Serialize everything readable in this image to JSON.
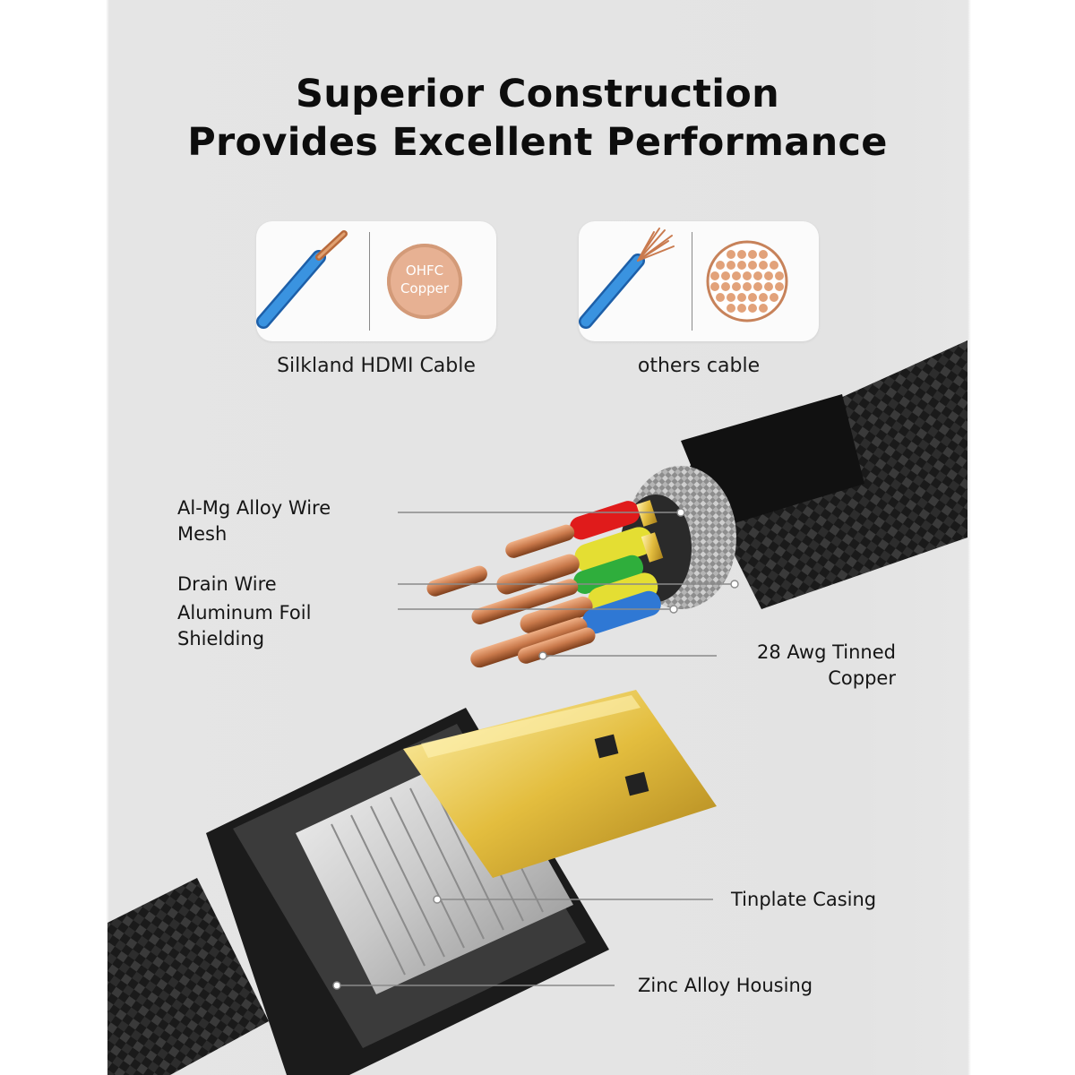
{
  "title": {
    "line1": "Superior Construction",
    "line2": "Provides Excellent Performance"
  },
  "comparison": {
    "left": {
      "caption": "Silkland HDMI Cable",
      "badge_line1": "OHFC",
      "badge_line2": "Copper"
    },
    "right": {
      "caption": "others cable"
    }
  },
  "labels": {
    "mesh_line1": "Al-Mg Alloy Wire",
    "mesh_line2": "Mesh",
    "drain": "Drain Wire",
    "foil_line1": "Aluminum Foil",
    "foil_line2": "Shielding",
    "tinned_line1": "28 Awg Tinned",
    "tinned_line2": "Copper",
    "tinplate": "Tinplate Casing",
    "zinc": "Zinc Alloy Housing"
  },
  "colors": {
    "copper": "#c8784a",
    "wire_blue": "#2a7fd0",
    "wire_red": "#e02020",
    "wire_yellow": "#e6e03a",
    "wire_green": "#2fae3c",
    "gold": "#e8c44a",
    "braid": "#1c1c1c"
  }
}
